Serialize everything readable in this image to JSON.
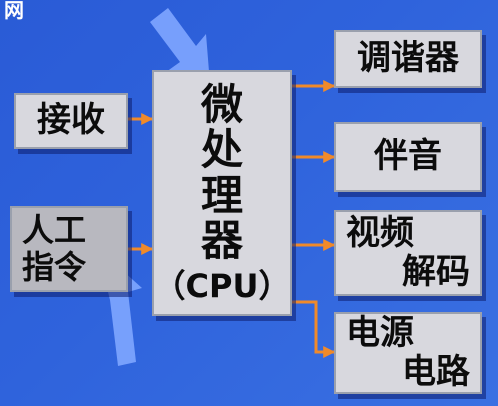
{
  "corner_fragment": "网",
  "nodes": {
    "receive": "接收",
    "manual_1": "人工",
    "manual_2": "指令",
    "cpu_1": "微",
    "cpu_2": "处",
    "cpu_3": "理",
    "cpu_4": "器",
    "cpu_5": "（CPU）",
    "tuner": "调谐器",
    "accompaniment": "伴音",
    "video_1": "视频",
    "video_2": "解码",
    "power_1": "电源",
    "power_2": "电路"
  },
  "colors": {
    "background": "#2f63dc",
    "box_fill": "#d8d8de",
    "connector": "#f08a2a",
    "pointer_arrow": "#7fa6ff"
  }
}
